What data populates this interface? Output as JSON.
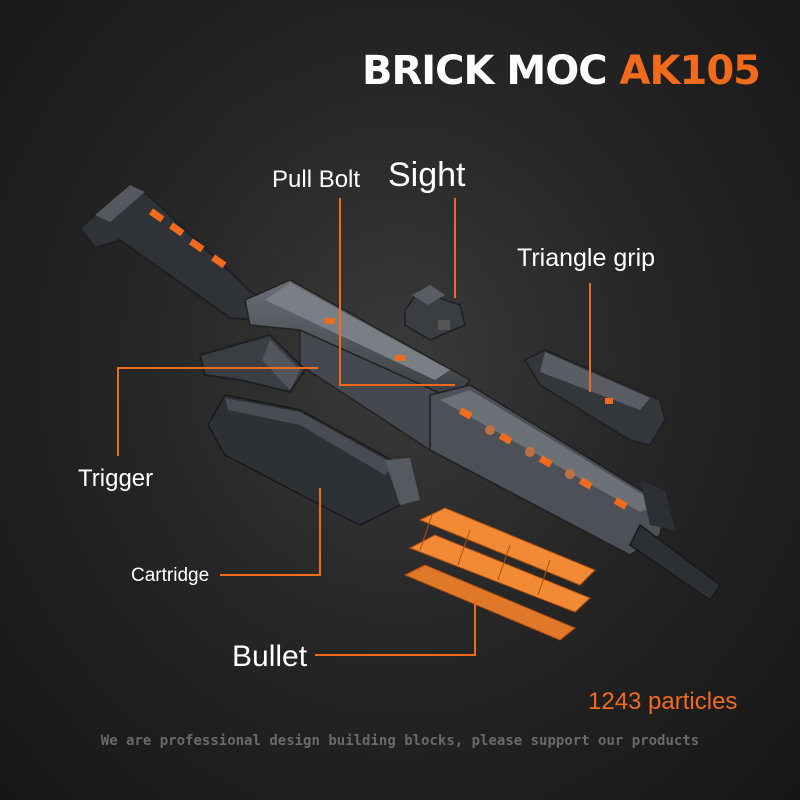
{
  "title": {
    "main": "BRICK MOC",
    "model": "AK105"
  },
  "labels": {
    "pull_bolt": "Pull Bolt",
    "sight": "Sight",
    "triangle_grip": "Triangle grip",
    "trigger": "Trigger",
    "cartridge": "Cartridge",
    "bullet": "Bullet"
  },
  "particles": "1243 particles",
  "tagline": "We are professional design building blocks, please support our products",
  "colors": {
    "accent": "#f26a1b",
    "brick_dark": "#3c3f44",
    "brick_gray": "#5c6068"
  }
}
